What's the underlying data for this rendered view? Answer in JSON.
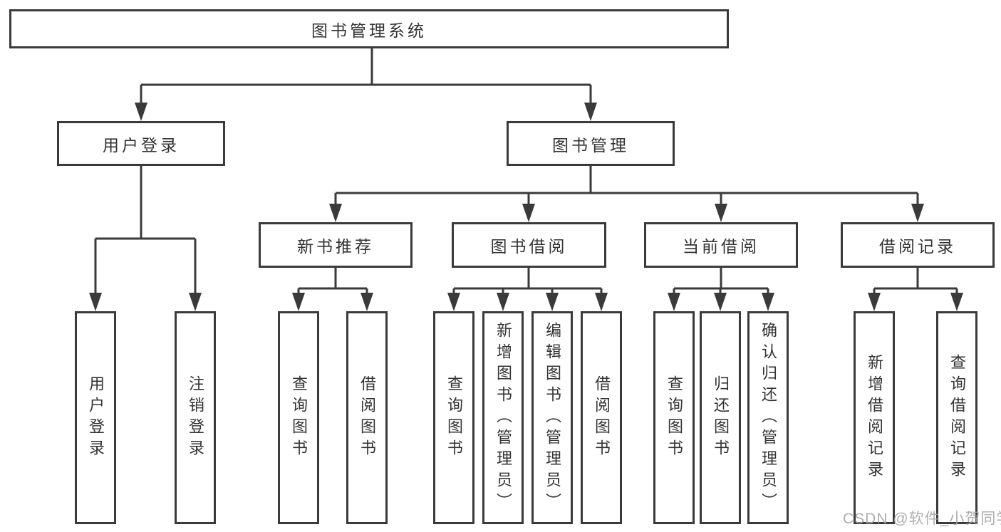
{
  "tree": {
    "root": {
      "label": "图书管理系统"
    },
    "branches": [
      {
        "label": "用户登录",
        "leaves": [
          "用户登录",
          "注销登录"
        ]
      },
      {
        "label": "图书管理",
        "groups": [
          {
            "label": "新书推荐",
            "leaves": [
              "查询图书",
              "借阅图书"
            ]
          },
          {
            "label": "图书借阅",
            "leaves": [
              "查询图书",
              "新增图书（管理员）",
              "编辑图书（管理员）",
              "借阅图书"
            ]
          },
          {
            "label": "当前借阅",
            "leaves": [
              "查询图书",
              "归还图书",
              "确认归还（管理员）"
            ]
          },
          {
            "label": "借阅记录",
            "leaves": [
              "新增借阅记录",
              "查询借阅记录"
            ]
          }
        ]
      }
    ]
  },
  "watermark": {
    "text": "CSDN @软件_小贺同学"
  },
  "colors": {
    "line": "#3a3a3a",
    "text": "#333333",
    "watermark": "#a6a6a6",
    "background": "#ffffff"
  }
}
